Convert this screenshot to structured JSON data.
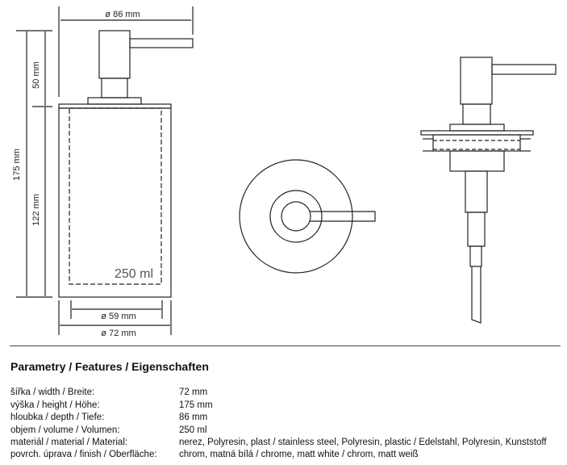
{
  "drawing": {
    "width_top": "ø 86 mm",
    "height_total": "175 mm",
    "height_pump": "50 mm",
    "height_body": "122 mm",
    "inner_width": "ø 59 mm",
    "outer_width": "ø 72 mm",
    "volume_label": "250 ml"
  },
  "features": {
    "title": "Parametry / Features / Eigenschaften",
    "rows": [
      {
        "label": "šířka / width / Breite:",
        "value": "72 mm"
      },
      {
        "label": "výška / height / Höhe:",
        "value": "175 mm"
      },
      {
        "label": "hloubka / depth / Tiefe:",
        "value": "86 mm"
      },
      {
        "label": "objem / volume / Volumen:",
        "value": "250 ml"
      },
      {
        "label": "materiál / material / Material:",
        "value": "nerez, Polyresin, plast / stainless steel, Polyresin, plastic / Edelstahl, Polyresin, Kunststoff"
      },
      {
        "label": "povrch. úprava / finish / Oberfläche:",
        "value": "chrom, matná bílá / chrome, matt white / chrom, matt weiß"
      }
    ]
  }
}
